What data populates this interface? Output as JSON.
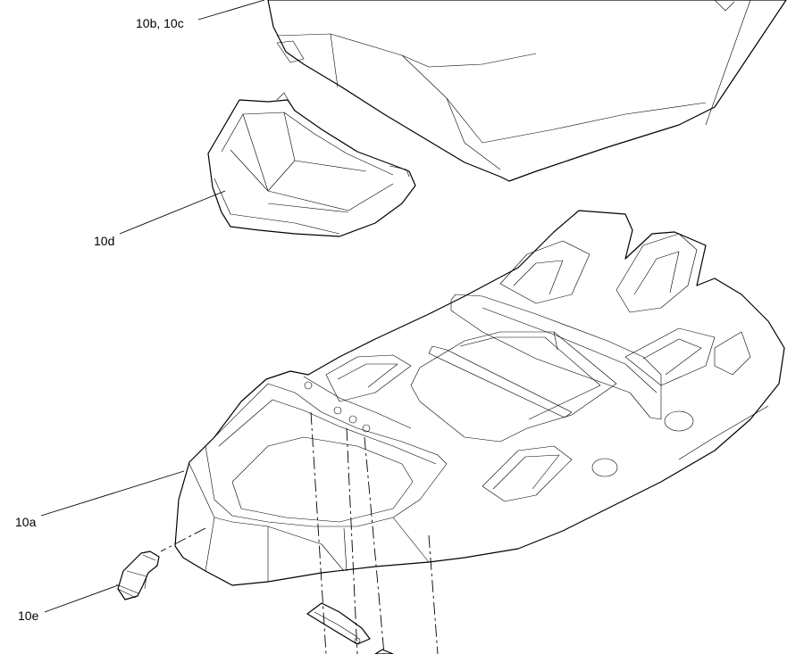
{
  "callouts": {
    "c10bc": "10b, 10c",
    "c10d": "10d",
    "c10a": "10a",
    "c10e": "10e"
  }
}
